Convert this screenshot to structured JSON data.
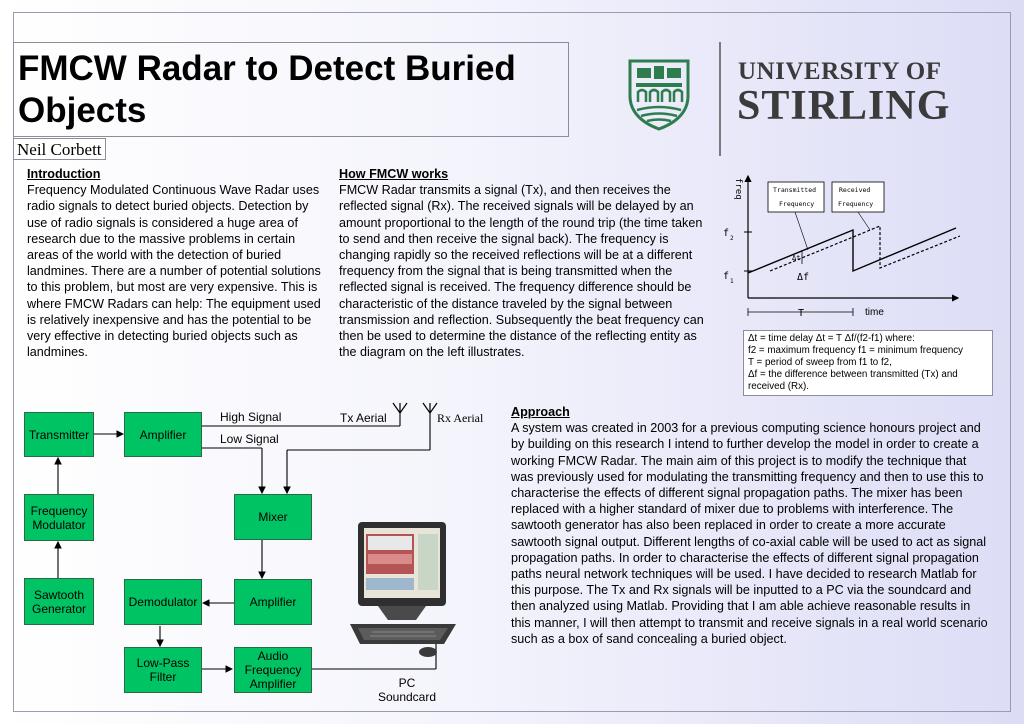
{
  "header": {
    "title": "FMCW Radar to Detect Buried Objects",
    "author": "Neil Corbett",
    "university_line1": "UNIVERSITY OF",
    "university_line2": "STIRLING"
  },
  "introduction": {
    "heading": "Introduction",
    "body": "Frequency Modulated Continuous Wave Radar uses radio signals to detect buried objects. Detection by use of radio signals is considered a huge area of research due to the massive problems in certain areas of the world with the detection of buried landmines.  There are a number of potential solutions to this problem, but most are very expensive.  This is where FMCW Radars can help: The equipment used is relatively inexpensive and has the potential to be very effective in detecting buried objects such as landmines."
  },
  "how_fmcw_works": {
    "heading": "How FMCW works",
    "body": "FMCW Radar  transmits a signal (Tx), and then receives the reflected signal (Rx).  The received signals will be delayed by an amount proportional to the length of the round trip (the time taken to send and then receive the signal back).  The frequency is changing rapidly so the received reflections will be at a different frequency from the signal that is being transmitted when the reflected signal is received.  The frequency difference should be characteristic of the distance traveled by the signal between transmission and reflection.  Subsequently the beat frequency can then be used to determine the distance of the reflecting entity as the diagram on the left illustrates."
  },
  "graph": {
    "y_label": "freq",
    "transmitted_line1": "Transmitted",
    "transmitted_line2": "Frequency",
    "received_line1": "Received",
    "received_line2": "Frequency",
    "f2": "f",
    "f2_sub": "2",
    "f1": "f",
    "f1_sub": "1",
    "delta_f": "Δf",
    "delta_t": "Δt",
    "period": "T",
    "x_label": "time"
  },
  "legend": {
    "line1": "Δt = time delay     Δt = T Δf/(f2-f1) where:",
    "line2": "f2 = maximum frequency  f1 = minimum frequency",
    "line3": "T = period of sweep from f1 to f2,",
    "line4": "Δf = the difference between transmitted (Tx) and received (Rx)."
  },
  "block_diagram": {
    "transmitter": "Transmitter",
    "amplifier_top": "Amplifier",
    "frequency_modulator": "Frequency Modulator",
    "sawtooth_generator": "Sawtooth Generator",
    "mixer": "Mixer",
    "demodulator": "Demodulator",
    "amplifier_bottom": "Amplifier",
    "low_pass_filter": "Low-Pass Filter",
    "audio_amplifier": "Audio Frequency Amplifier",
    "high_signal": "High Signal",
    "low_signal": "Low Signal",
    "tx_aerial": "Tx Aerial",
    "rx_aerial": "Rx Aerial",
    "pc_soundcard": "PC Soundcard"
  },
  "approach": {
    "heading": "Approach",
    "body": "A system was created in 2003 for a previous computing science honours project and by building on this research I intend to further develop the model in order to create a working FMCW Radar.  The main aim of this project is to modify the technique that was previously used for modulating the transmitting frequency and then to use this to characterise the effects of different signal propagation paths. The mixer has been replaced with a higher standard of mixer due to problems with interference.  The sawtooth generator has also been replaced in order to create a more accurate sawtooth signal output.  Different lengths of co-axial cable will be used to act as signal propagation paths.  In order to characterise the effects of different signal propagation paths neural network techniques will be used.  I have decided to research Matlab for this purpose.  The Tx and Rx signals will be inputted to a PC via the soundcard and then analyzed using Matlab.  Providing that I am able achieve reasonable results in this manner, I will then attempt to transmit and receive signals in a real world scenario such as a box of sand concealing a buried object."
  },
  "colors": {
    "block_fill": "#00c463",
    "crest_green": "#2e7d4f",
    "university_text": "#3b3b3b"
  }
}
